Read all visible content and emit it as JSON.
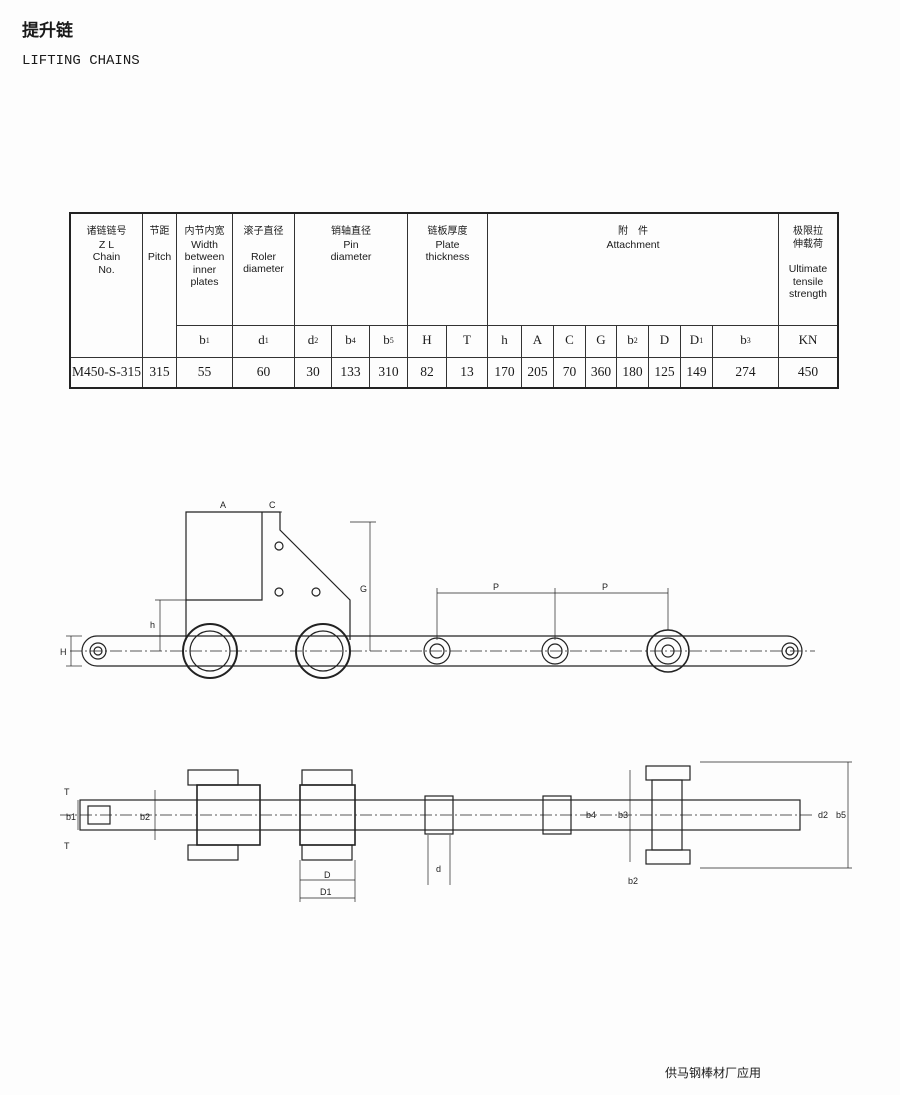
{
  "title_cn": "提升链",
  "title_en": "LIFTING CHAINS",
  "table": {
    "headers": {
      "chain_no": {
        "cn": "诸链链号",
        "l2": "Z L",
        "l3": "Chain",
        "l4": "No."
      },
      "pitch": {
        "cn": "节距",
        "en": "Pitch"
      },
      "width": {
        "cn": "内节内宽",
        "l2": "Width",
        "l3": "between",
        "l4": "inner",
        "l5": "plates"
      },
      "roller": {
        "cn": "滚子直径",
        "l2": "Roler",
        "l3": "diameter"
      },
      "pin": {
        "cn": "销轴直径",
        "l2": "Pin",
        "l3": "diameter"
      },
      "plate": {
        "cn": "链板厚度",
        "l2": "Plate",
        "l3": "thickness"
      },
      "attachment": {
        "cn": "附　件",
        "en": "Attachment"
      },
      "strength": {
        "cn1": "极限拉",
        "cn2": "伸载荷",
        "l2": "Ultimate",
        "l3": "tensile",
        "l4": "strength"
      }
    },
    "symbols": [
      {
        "base": "b",
        "sub": "1"
      },
      {
        "base": "d",
        "sub": "1"
      },
      {
        "base": "d",
        "sub": "2"
      },
      {
        "base": "b",
        "sub": "4"
      },
      {
        "base": "b",
        "sub": "5"
      },
      {
        "base": "H",
        "sub": ""
      },
      {
        "base": "T",
        "sub": ""
      },
      {
        "base": "h",
        "sub": ""
      },
      {
        "base": "A",
        "sub": ""
      },
      {
        "base": "C",
        "sub": ""
      },
      {
        "base": "G",
        "sub": ""
      },
      {
        "base": "b",
        "sub": "2"
      },
      {
        "base": "D",
        "sub": ""
      },
      {
        "base": "D",
        "sub": "1"
      },
      {
        "base": "b",
        "sub": "3"
      },
      {
        "base": "KN",
        "sub": ""
      }
    ],
    "row": [
      "M450-S-315",
      "315",
      "55",
      "60",
      "30",
      "133",
      "310",
      "82",
      "13",
      "170",
      "205",
      "70",
      "360",
      "180",
      "125",
      "149",
      "274",
      "450"
    ]
  },
  "drawing_labels": {
    "A": "A",
    "C": "C",
    "G": "G",
    "h": "h",
    "H": "H",
    "P1": "P",
    "P2": "P",
    "T_top": "T",
    "T_bot": "T",
    "b1": "b1",
    "b2": "b2",
    "D": "D",
    "D1": "D1",
    "d": "d",
    "b4": "b4",
    "b3": "b3",
    "d2": "d2",
    "b5": "b5",
    "b2_right": "b2"
  },
  "footer": "供马钢棒材厂应用"
}
